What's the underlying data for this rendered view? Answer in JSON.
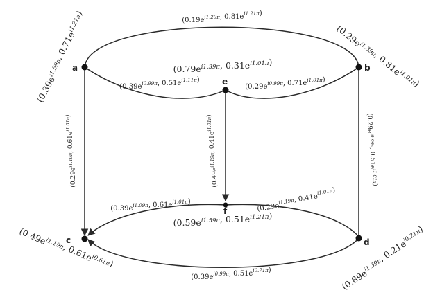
{
  "graph": {
    "vertices": [
      {
        "id": "a",
        "label": "a",
        "value": "(0.39e^{i1.59π}, 0.71e^{i1.21π})"
      },
      {
        "id": "b",
        "label": "b",
        "value": "(0.29e^{i1.39π}, 0.81e^{i1.01π})"
      },
      {
        "id": "c",
        "label": "c",
        "value": "(0.49e^{i1.19π}, 0.61e^{i0.61π})"
      },
      {
        "id": "d",
        "label": "d",
        "value": "(0.89e^{i1.39π}, 0.21e^{i0.21π})"
      },
      {
        "id": "e",
        "label": "e",
        "value": "(0.79e^{i1.39π}, 0.31e^{i1.01π})"
      },
      {
        "id": "f",
        "label": "f",
        "value": "(0.59e^{i1.59π}, 0.51e^{i1.21π})"
      }
    ],
    "edges": [
      {
        "id": "ab",
        "from": "a",
        "to": "b",
        "value": "(0.19e^{i1.29π}, 0.81e^{i1.21π})"
      },
      {
        "id": "ae",
        "from": "a",
        "to": "e",
        "value": "(0.39e^{i0.99π}, 0.51e^{i1.11π})"
      },
      {
        "id": "be",
        "from": "b",
        "to": "e",
        "value": "(0.29e^{i0.99π}, 0.71e^{i1.01π})"
      },
      {
        "id": "ac",
        "from": "a",
        "to": "c",
        "value": "(0.29e^{i1.19π}, 0.61e^{i1.01π})"
      },
      {
        "id": "ef",
        "from": "e",
        "to": "f",
        "value": "(0.49e^{i1.19π}, 0.41e^{i1.01π})"
      },
      {
        "id": "bd",
        "from": "b",
        "to": "d",
        "value": "(0.29e^{i0.99π}, 0.51e^{i1.01π})"
      },
      {
        "id": "fc",
        "from": "f",
        "to": "c",
        "value": "(0.39e^{i1.09π}, 0.61e^{i1.01π})"
      },
      {
        "id": "fd",
        "from": "f",
        "to": "d",
        "value": "(0.29e^{i1.19π}, 0.41e^{i1.01π})"
      },
      {
        "id": "dc",
        "from": "d",
        "to": "c",
        "value": "(0.39e^{i0.99π}, 0.51e^{i0.71π})"
      }
    ]
  }
}
